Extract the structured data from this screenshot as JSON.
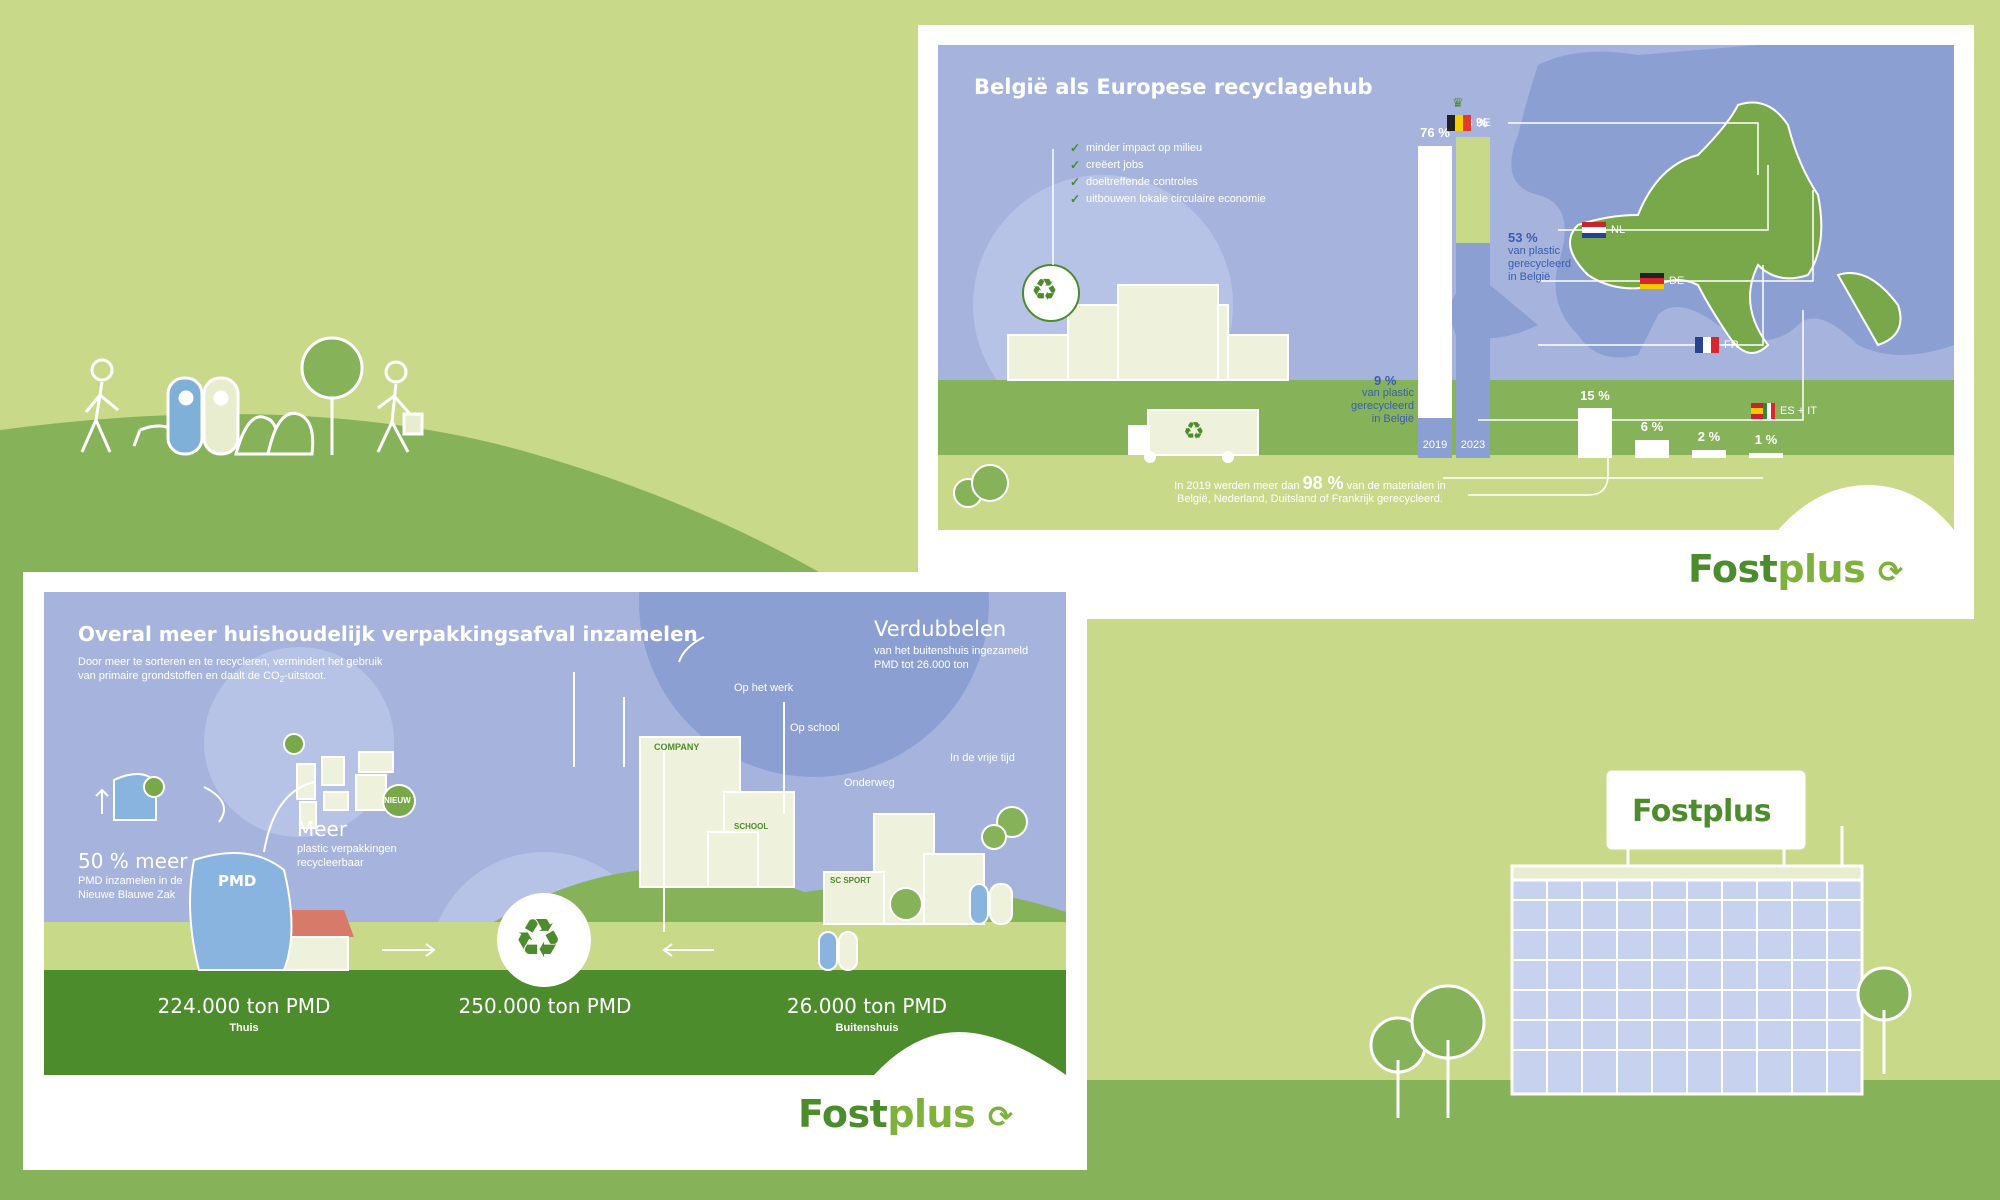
{
  "brand": {
    "logo_main": "Fost",
    "logo_plus": "plus"
  },
  "card_top": {
    "title": "België als Europese recyclagehub",
    "checklist": [
      "minder impact op milieu",
      "creëert jobs",
      "doeltreffende controles",
      "uitbouwen lokale circulaire economie"
    ],
    "bars": {
      "pct_2019": "76 %",
      "pct_2023": "78 %",
      "year_2019": "2019",
      "year_2023": "2023"
    },
    "pct_be_small": "9 %",
    "be_small_text": [
      "van plastic",
      "gerecycleerd",
      "in België"
    ],
    "pct_be_large": "53 %",
    "be_large_text": [
      "van plastic",
      "gerecycleerd",
      "in België"
    ],
    "countries": [
      "BE",
      "NL",
      "DE",
      "FR",
      "ES + IT"
    ],
    "country_pcts": [
      "15 %",
      "6 %",
      "2 %",
      "1 %"
    ],
    "footer_before": "In 2019 werden meer dan",
    "footer_big": "98 %",
    "footer_after": "van de materialen in",
    "footer_line2": "België, Nederland, Duitsland of Frankrijk gerecycleerd.",
    "truck_badge": "♻"
  },
  "card_bottom": {
    "title": "Overal meer huishoudelijk verpakkingsafval inzamelen",
    "subtitle_line1": "Door meer te sorteren en te recycleren, vermindert het gebruik",
    "subtitle_line2_before": "van primaire grondstoffen en daalt de CO",
    "subtitle_sub": "2",
    "subtitle_line2_after": "-uitstoot.",
    "verdubbelen": "Verdubbelen",
    "verdubbelen_line1": "van het buitenshuis ingezameld",
    "verdubbelen_line2": "PMD tot 26.000 ton",
    "locations": [
      "Op het werk",
      "Op school",
      "Onderweg",
      "In de vrije tijd"
    ],
    "buildings": {
      "company": "COMPANY",
      "school": "SCHOOL",
      "sport": "SC SPORT"
    },
    "meer_pmd_big": "50 % meer",
    "meer_pmd_line1": "PMD inzamelen in de",
    "meer_pmd_line2": "Nieuwe Blauwe Zak",
    "meer": "Meer",
    "meer_line1": "plastic verpakkingen",
    "meer_line2": "recycleerbaar",
    "nieuw": "NIEUW",
    "bag_label": "PMD",
    "stats": [
      {
        "value": "224.000 ton PMD",
        "label": "Thuis"
      },
      {
        "value": "250.000 ton PMD",
        "label": ""
      },
      {
        "value": "26.000 ton PMD",
        "label": "Buitenshuis"
      }
    ]
  },
  "hq": {
    "sign": "Fostplus"
  },
  "colors": {
    "light_green": "#c9d98a",
    "mid_green": "#86b35a",
    "dark_green": "#4d8c2c",
    "panel_blue": "#a6b4dd",
    "deep_blue": "#8c9fd2",
    "text_blue": "#3b5cae"
  }
}
